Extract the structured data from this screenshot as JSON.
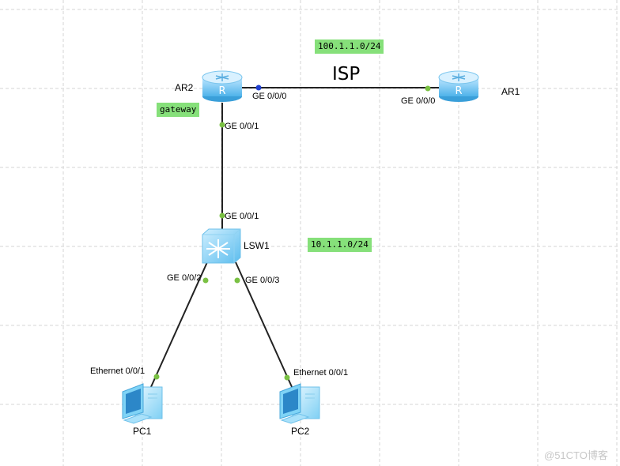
{
  "devices": {
    "ar2": {
      "name": "AR2",
      "type": "router-icon"
    },
    "ar1": {
      "name": "AR1",
      "type": "router-icon"
    },
    "lsw1": {
      "name": "LSW1",
      "type": "switch-icon"
    },
    "pc1": {
      "name": "PC1",
      "type": "pc-icon"
    },
    "pc2": {
      "name": "PC2",
      "type": "pc-icon"
    }
  },
  "ports": {
    "ar2_ge000": "GE 0/0/0",
    "ar1_ge000": "GE 0/0/0",
    "ar2_ge001": "GE 0/0/1",
    "lsw1_ge001": "GE 0/0/1",
    "lsw1_ge002": "GE 0/0/2",
    "lsw1_ge003": "GE 0/0/3",
    "pc1_eth": "Ethernet 0/0/1",
    "pc2_eth": "Ethernet 0/0/1"
  },
  "annotations": {
    "wan_subnet": "100.1.1.0/24",
    "isp": "ISP",
    "gateway": "gateway",
    "lan_subnet": "10.1.1.0/24"
  },
  "watermark": "@51CTO博客",
  "colors": {
    "grid": "#d6d6d6",
    "note_bg": "#86e07a",
    "port_up": "#7ac143",
    "port_blue": "#1f3fd0",
    "link": "#222222"
  }
}
